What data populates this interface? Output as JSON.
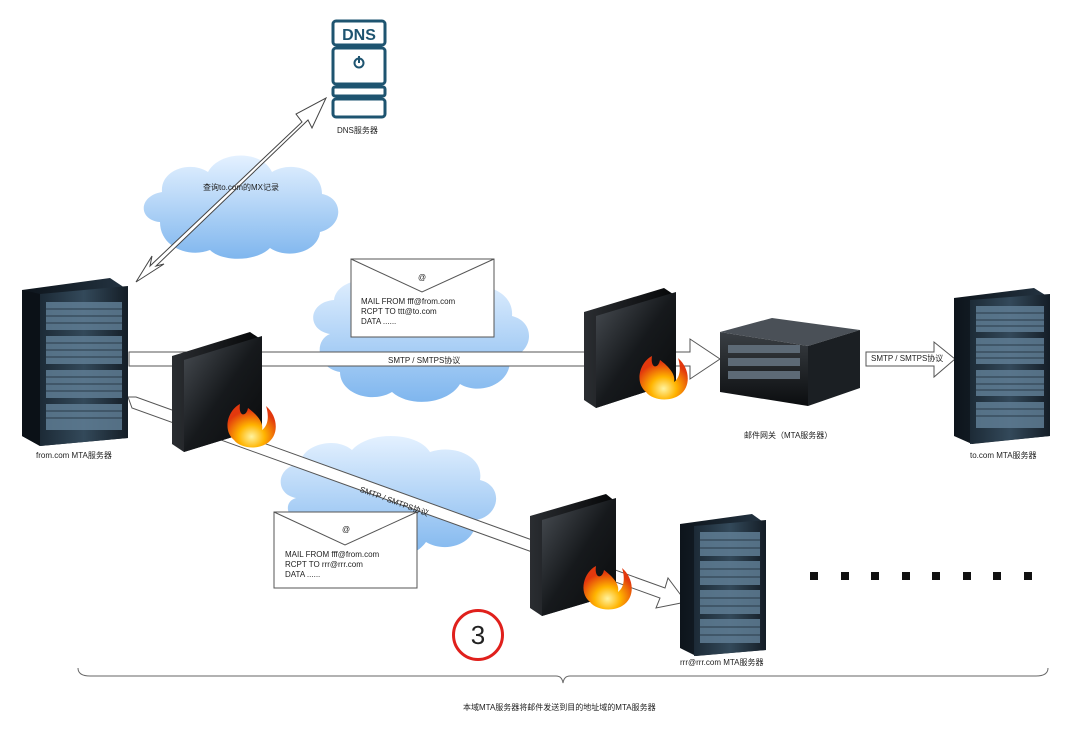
{
  "dns": {
    "icon_text": "DNS",
    "label": "DNS服务器"
  },
  "query_label": "查询to.com的MX记录",
  "servers": {
    "from_label": "from.com MTA服务器",
    "gateway_label": "邮件网关（MTA服务器）",
    "to_label": "to.com  MTA服务器",
    "rrr_label": "rrr@rrr.com MTA服务器"
  },
  "arrows": {
    "main_protocol": "SMTP / SMTPS协议",
    "gateway_protocol": "SMTP / SMTPS协议",
    "lower_protocol": "SMTP / SMTPS协议"
  },
  "envelopes": {
    "upper": {
      "symbol": "@",
      "lines": [
        "MAIL FROM fff@from.com",
        "RCPT TO ttt@to.com",
        "DATA ......"
      ]
    },
    "lower": {
      "symbol": "@",
      "lines": [
        "MAIL FROM fff@from.com",
        "RCPT TO rrr@rrr.com",
        "DATA ......"
      ]
    }
  },
  "step_number": "3",
  "bracket_caption": "本域MTA服务器将邮件发送到目的地址域的MTA服务器",
  "colors": {
    "dns_stroke": "#1e5470",
    "cloud_light": "#dcecfc",
    "cloud_dark": "#8cbdf0",
    "circle": "#e0201c"
  }
}
